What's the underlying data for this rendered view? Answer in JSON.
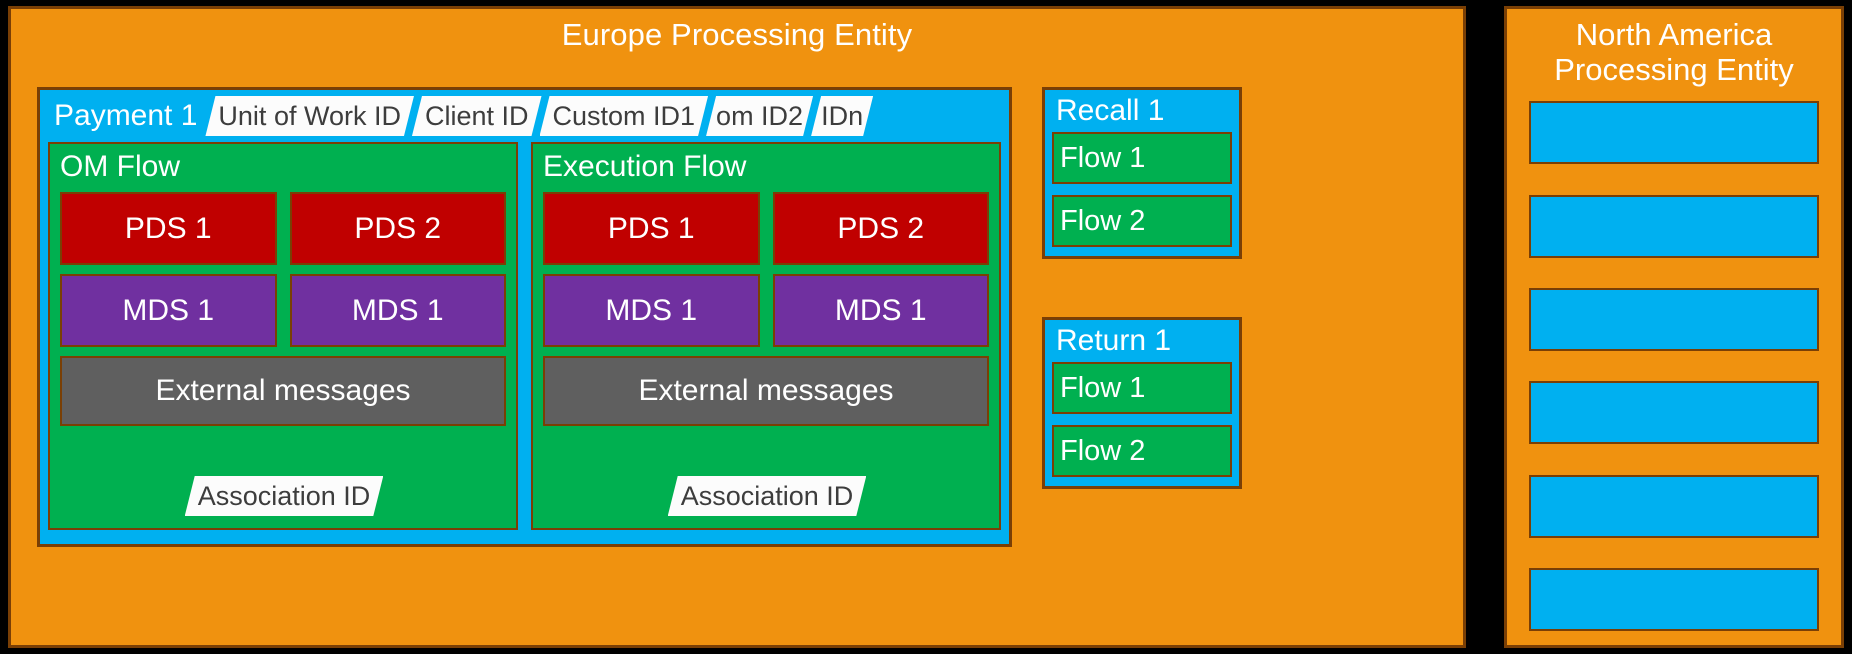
{
  "europe": {
    "title": "Europe Processing Entity",
    "payment": {
      "label": "Payment 1",
      "tags": [
        {
          "text": "Unit of Work ID"
        },
        {
          "text": "Client ID"
        },
        {
          "text": "Custom ID1"
        },
        {
          "text": "om ID2"
        },
        {
          "text": "IDn"
        }
      ],
      "flows": [
        {
          "title": "OM Flow",
          "chips": [
            {
              "label": "PDS 1",
              "kind": "pds"
            },
            {
              "label": "PDS 2",
              "kind": "pds"
            },
            {
              "label": "MDS 1",
              "kind": "mds"
            },
            {
              "label": "MDS 1",
              "kind": "mds"
            }
          ],
          "external_messages": "External messages",
          "association_tag": "Association ID"
        },
        {
          "title": "Execution Flow",
          "chips": [
            {
              "label": "PDS 1",
              "kind": "pds"
            },
            {
              "label": "PDS 2",
              "kind": "pds"
            },
            {
              "label": "MDS 1",
              "kind": "mds"
            },
            {
              "label": "MDS 1",
              "kind": "mds"
            }
          ],
          "external_messages": "External messages",
          "association_tag": "Association ID"
        }
      ]
    },
    "side_panels": [
      {
        "title": "Recall 1",
        "flows": [
          "Flow 1",
          "Flow 2"
        ]
      },
      {
        "title": "Return 1",
        "flows": [
          "Flow 1",
          "Flow 2"
        ]
      }
    ]
  },
  "north_america": {
    "title_line1": "North America",
    "title_line2": "Processing Entity",
    "slots": [
      "",
      "",
      "",
      "",
      "",
      ""
    ]
  },
  "colors": {
    "entity_orange": "#F0920F",
    "panel_blue": "#00B0F0",
    "flow_green": "#00B050",
    "pds_red": "#C00000",
    "mds_purple": "#7030A0",
    "external_gray": "#5F5F5F",
    "border_brown": "#7A3F05",
    "tag_white": "#FCFCFC",
    "background_black": "#000000"
  }
}
